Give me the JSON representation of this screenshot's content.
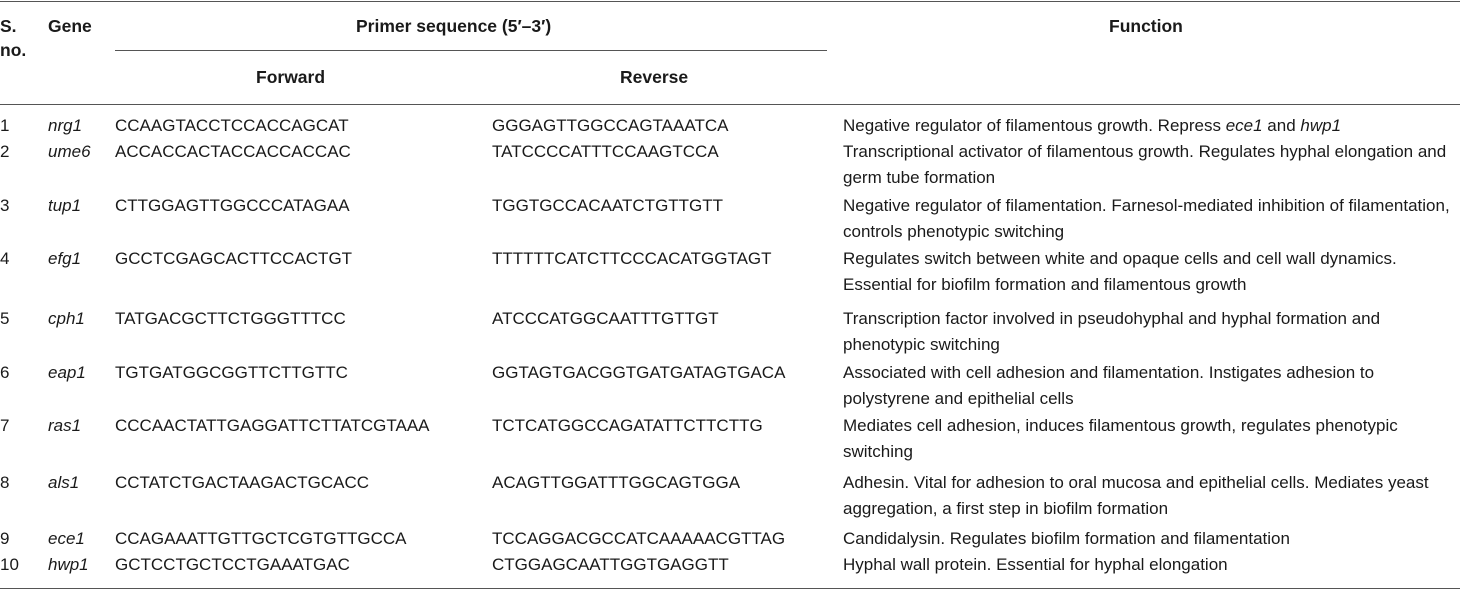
{
  "header": {
    "sno": "S.",
    "sno2": "no.",
    "gene": "Gene",
    "primer": "Primer sequence (5′–3′)",
    "forward": "Forward",
    "reverse": "Reverse",
    "function": "Function"
  },
  "rows": [
    {
      "no": "1",
      "gene": "nrg1",
      "forward": "CCAAGTACCTCCACCAGCAT",
      "reverse": "GGGAGTTGGCCAGTAAATCA",
      "function": [
        {
          "t": "Negative regulator of filamentous growth. Repress "
        },
        {
          "t": "ece1",
          "i": true
        },
        {
          "t": " and "
        },
        {
          "t": "hwp1",
          "i": true
        }
      ]
    },
    {
      "no": "2",
      "gene": "ume6",
      "forward": "ACCACCACTACCACCACCAC",
      "reverse": "TATCCCCATTTCCAAGTCCA",
      "function": [
        {
          "t": "Transcriptional activator of filamentous growth. Regulates hyphal elongation and germ tube formation"
        }
      ]
    },
    {
      "no": "3",
      "gene": "tup1",
      "forward": "CTTGGAGTTGGCCCATAGAA",
      "reverse": "TGGTGCCACAATCTGTTGTT",
      "function": [
        {
          "t": "Negative regulator of filamentation. Farnesol-mediated inhibition of filamentation, controls phenotypic switching"
        }
      ]
    },
    {
      "no": "4",
      "gene": "efg1",
      "forward": "GCCTCGAGCACTTCCACTGT",
      "reverse": "TTTTTTCATCTTCCCACATGGTAGT",
      "function": [
        {
          "t": "Regulates switch between white and opaque cells and cell wall dynamics. Essential for biofilm formation and filamentous growth"
        }
      ]
    },
    {
      "no": "5",
      "gene": "cph1",
      "forward": "TATGACGCTTCTGGGTTTCC",
      "reverse": "ATCCCATGGCAATTTGTTGT",
      "function": [
        {
          "t": "Transcription factor involved in pseudohyphal and hyphal formation and phenotypic switching"
        }
      ]
    },
    {
      "no": "6",
      "gene": "eap1",
      "forward": "TGTGATGGCGGTTCTTGTTC",
      "reverse": "GGTAGTGACGGTGATGATAGTGACA",
      "function": [
        {
          "t": "Associated with cell adhesion and filamentation. Instigates adhesion to polystyrene and epithelial cells"
        }
      ]
    },
    {
      "no": "7",
      "gene": "ras1",
      "forward": "CCCAACTATTGAGGATTCTTATCGTAAA",
      "reverse": "TCTCATGGCCAGATATTCTTCTTG",
      "function": [
        {
          "t": "Mediates cell adhesion, induces filamentous growth, regulates phenotypic switching"
        }
      ]
    },
    {
      "no": "8",
      "gene": "als1",
      "forward": "CCTATCTGACTAAGACTGCACC",
      "reverse": "ACAGTTGGATTTGGCAGTGGA",
      "function": [
        {
          "t": "Adhesin. Vital for adhesion to oral mucosa and epithelial cells. Mediates yeast aggregation, a first step in biofilm formation"
        }
      ]
    },
    {
      "no": "9",
      "gene": "ece1",
      "forward": "CCAGAAATTGTTGCTCGTGTTGCCA",
      "reverse": "TCCAGGACGCCATCAAAAACGTTAG",
      "function": [
        {
          "t": "Candidalysin. Regulates biofilm formation and filamentation"
        }
      ]
    },
    {
      "no": "10",
      "gene": "hwp1",
      "forward": "GCTCCTGCTCCTGAAATGAC",
      "reverse": "CTGGAGCAATTGGTGAGGTT",
      "function": [
        {
          "t": "Hyphal wall protein. Essential for hyphal elongation"
        }
      ]
    }
  ]
}
